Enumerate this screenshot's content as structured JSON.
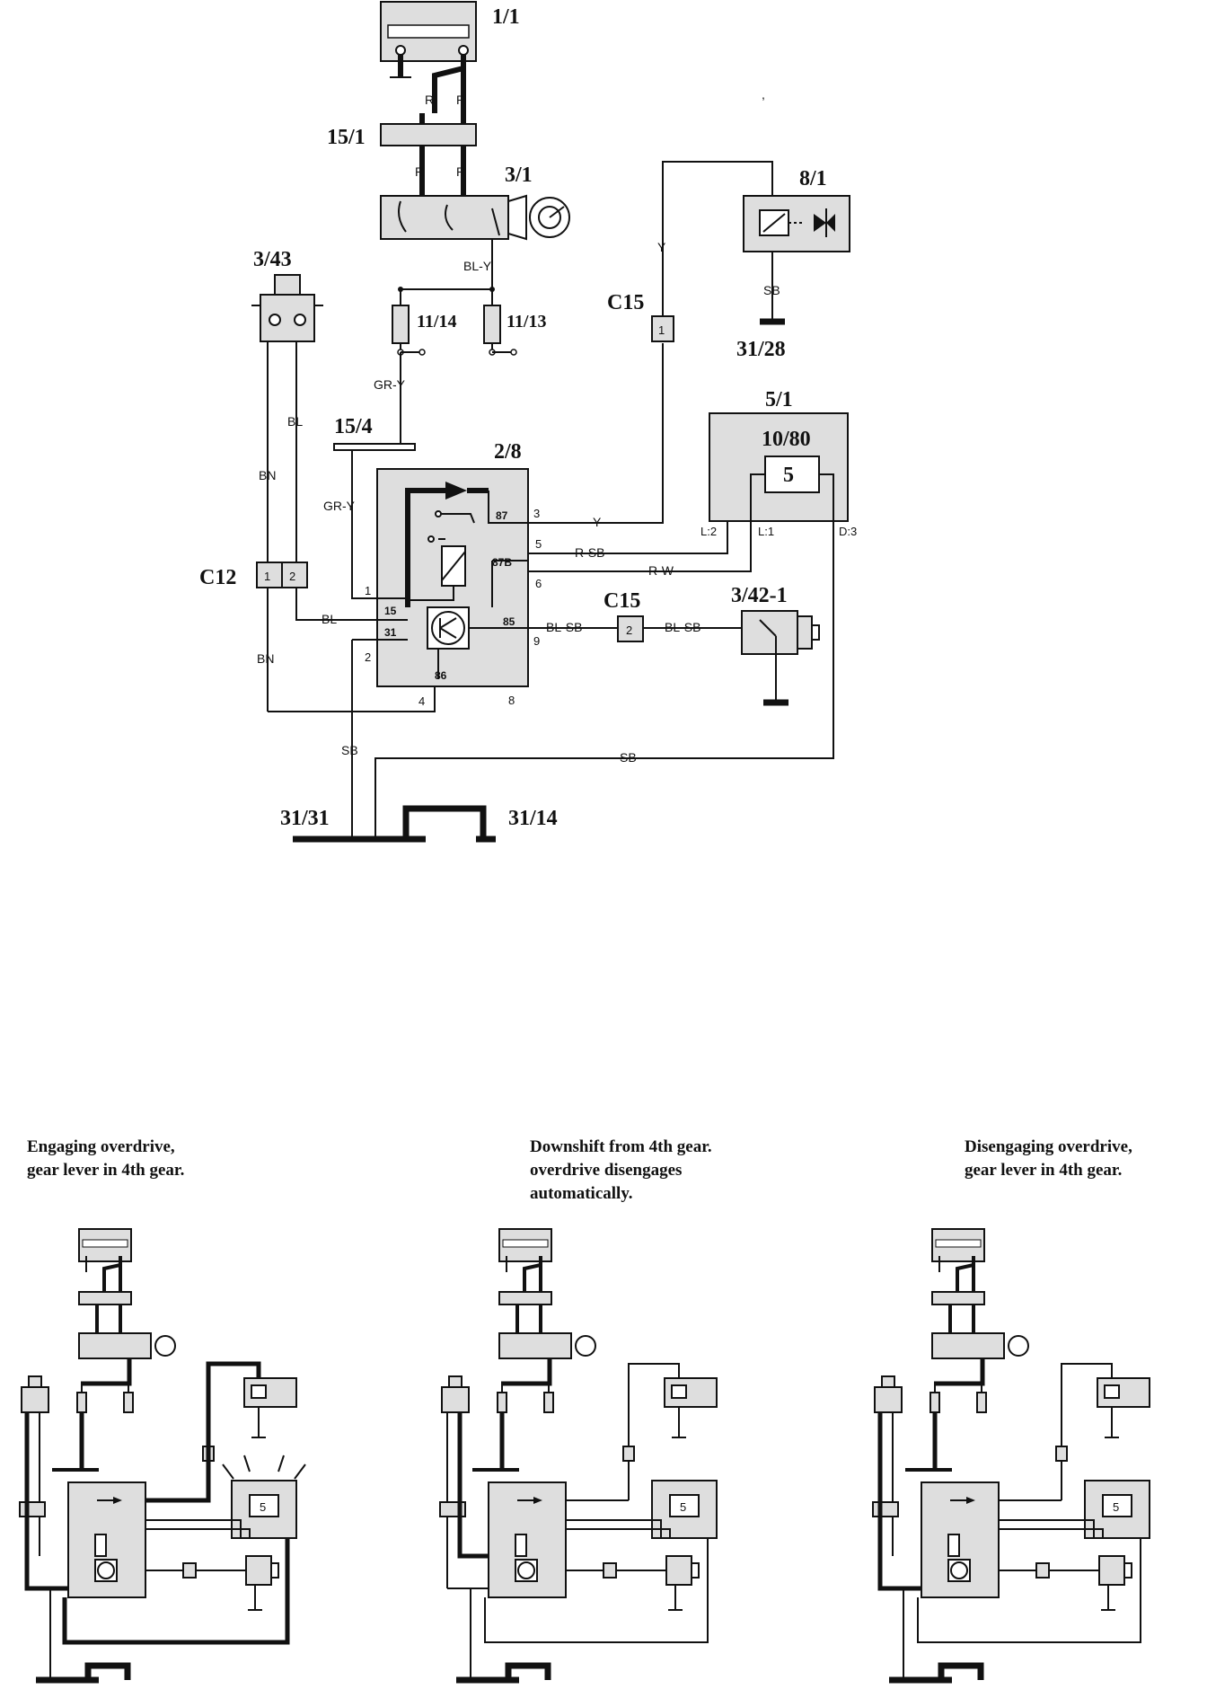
{
  "components": {
    "battery": "1/1",
    "connector_15_1": "15/1",
    "ignition_switch": "3/1",
    "solenoid": "8/1",
    "switch_3_43": "3/43",
    "fuse_11_14": "11/14",
    "fuse_11_13": "11/13",
    "connector_c15_top": "C15",
    "ground_31_28": "31/28",
    "control_unit_5_1": "5/1",
    "indicator_10_80": "10/80",
    "indicator_value": "5",
    "connector_15_4": "15/4",
    "relay_2_8": "2/8",
    "connector_c12": "C12",
    "connector_c15_mid": "C15",
    "switch_3_42_1": "3/42-1",
    "ground_31_31": "31/31",
    "ground_31_14": "31/14"
  },
  "wires": {
    "r1": "R",
    "r2": "R",
    "r3": "R",
    "r4": "R",
    "bl_y": "BL-Y",
    "gr_y_top": "GR-Y",
    "gr_y": "GR-Y",
    "bl_top": "BL",
    "bn_top": "BN",
    "bl_bottom": "BL",
    "bn_bottom": "BN",
    "y_top": "Y",
    "y_relay": "Y",
    "sb_solenoid": "SB",
    "r_sb": "R-SB",
    "r_w": "R-W",
    "bl_sb_1": "BL-SB",
    "bl_sb_2": "BL-SB",
    "sb_ground": "SB",
    "sb_long": "SB"
  },
  "pins": {
    "c12_1": "1",
    "c12_2": "2",
    "c15_top_1": "1",
    "c15_mid_2": "2",
    "relay_87": "87",
    "relay_87b": "87B",
    "relay_85": "85",
    "relay_86": "86",
    "relay_15": "15",
    "relay_31": "31",
    "relay_p1": "1",
    "relay_p2": "2",
    "relay_p3": "3",
    "relay_p4": "4",
    "relay_p5": "5",
    "relay_p6": "6",
    "relay_p8": "8",
    "relay_p9": "9",
    "unit_l2": "L:2",
    "unit_l1": "L:1",
    "unit_d3": "D:3"
  },
  "scenarios": [
    {
      "caption_line1": "Engaging overdrive,",
      "caption_line2": "gear lever in 4th gear.",
      "caption_line3": "",
      "indicator": "5"
    },
    {
      "caption_line1": "Downshift from 4th gear.",
      "caption_line2": "overdrive disengages",
      "caption_line3": "automatically.",
      "indicator": "5"
    },
    {
      "caption_line1": "Disengaging overdrive,",
      "caption_line2": "gear lever in 4th gear.",
      "caption_line3": "",
      "indicator": "5"
    }
  ]
}
